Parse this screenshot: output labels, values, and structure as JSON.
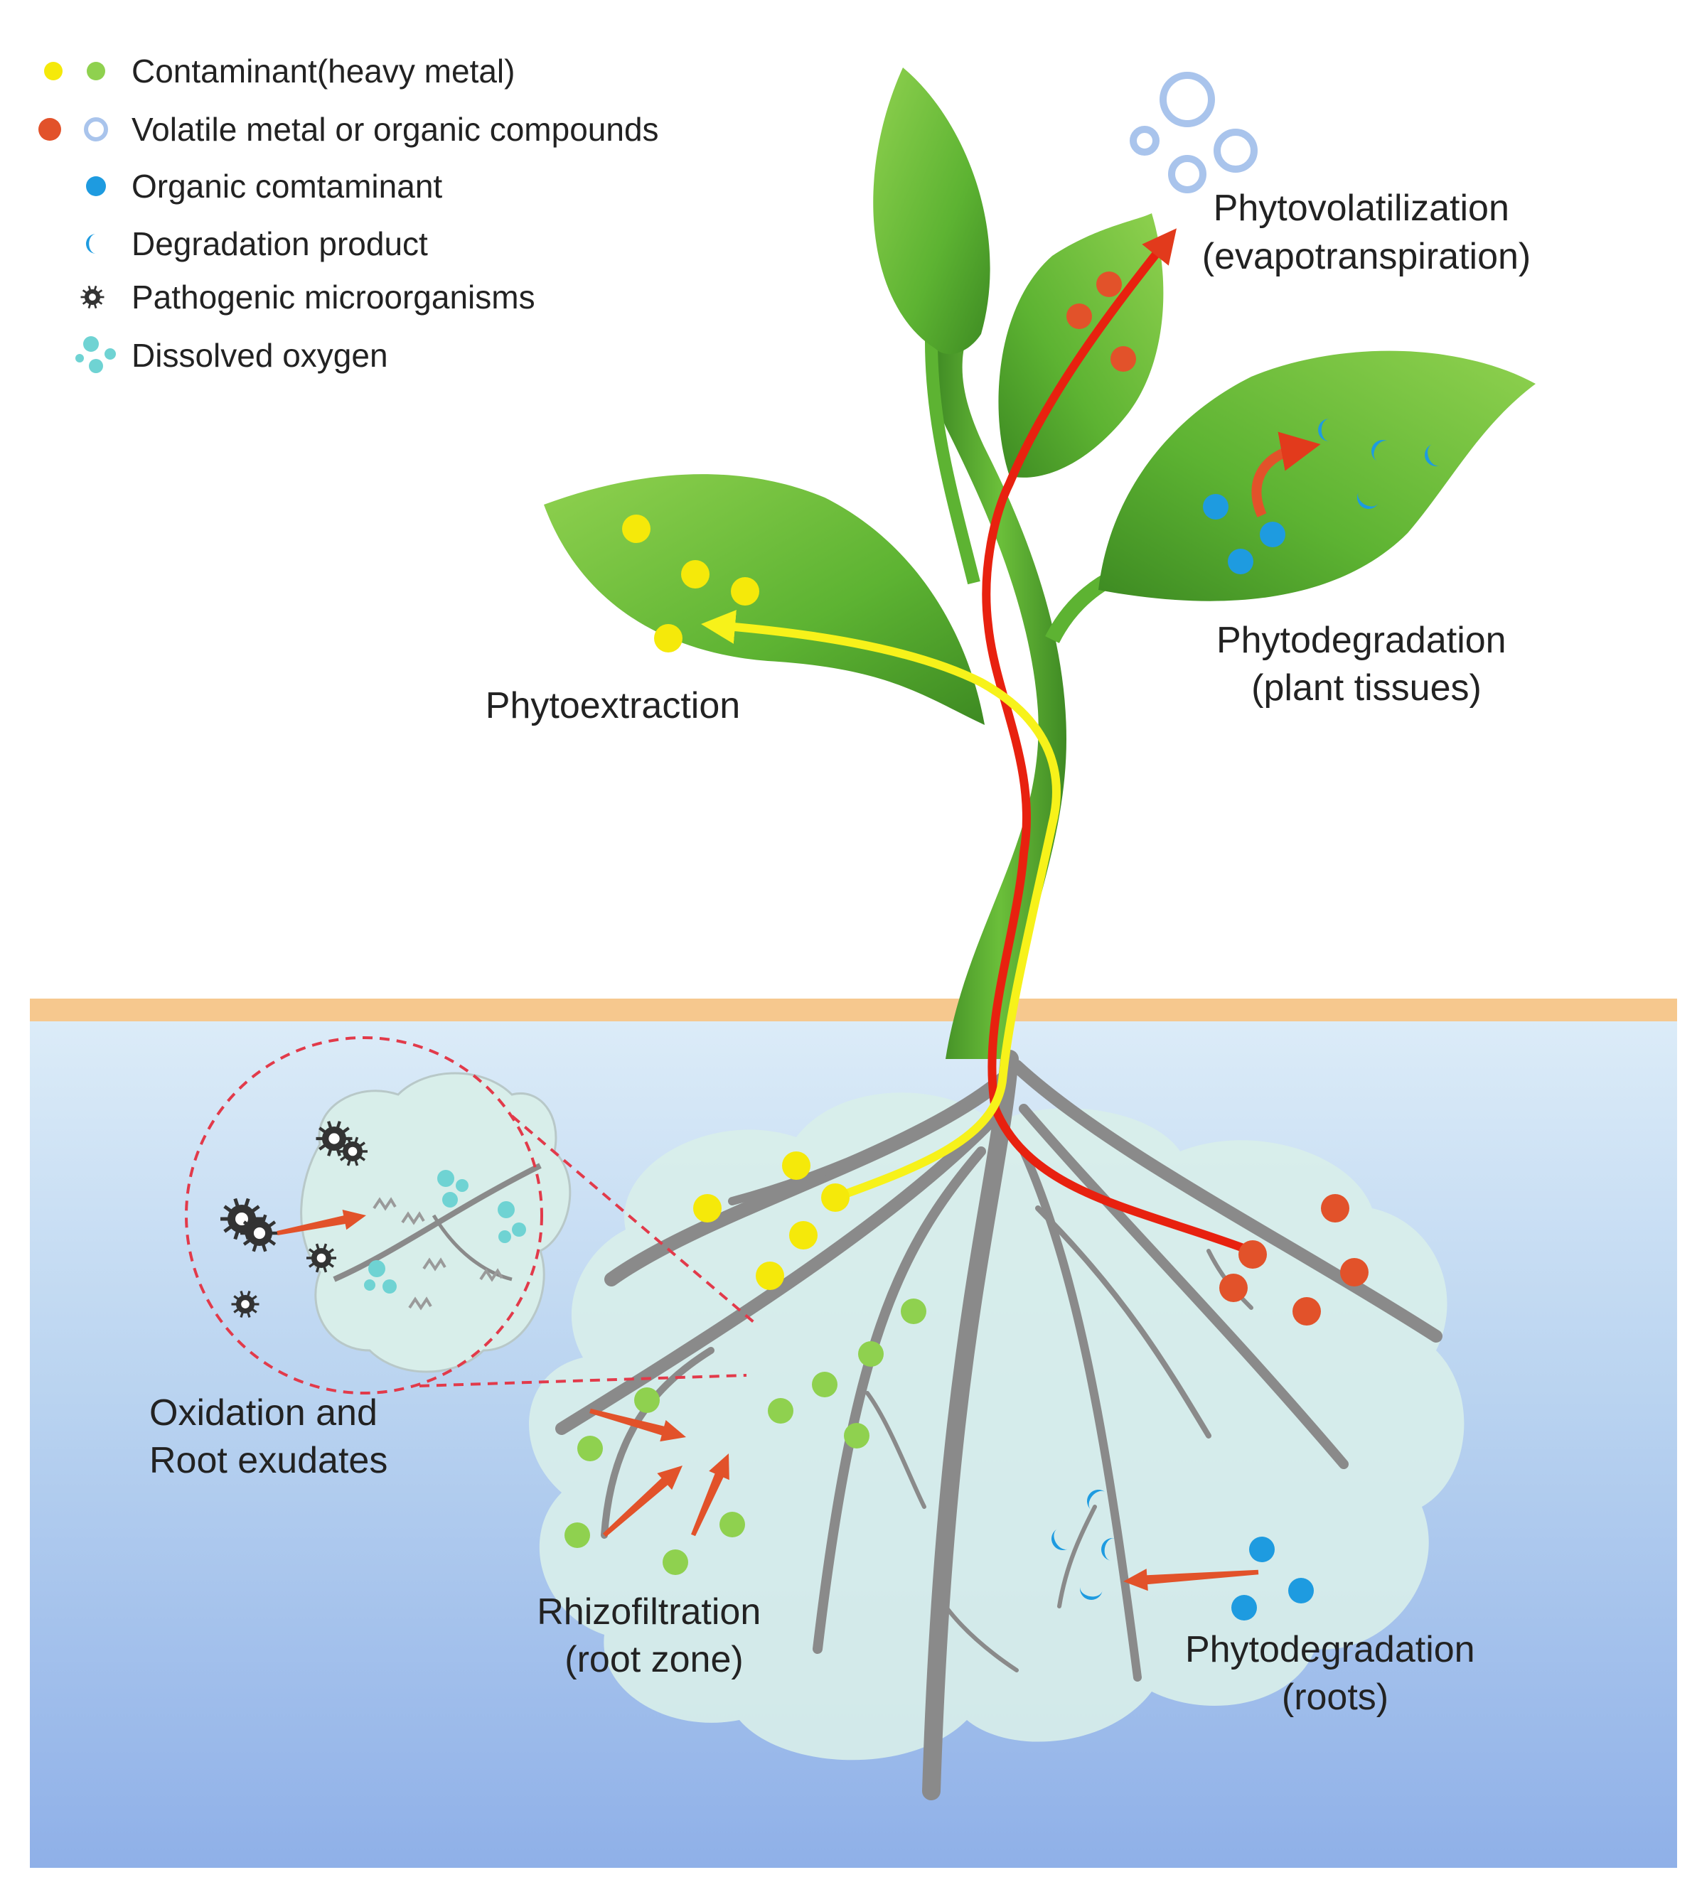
{
  "legend": {
    "items": [
      {
        "label": "Contaminant(heavy metal)",
        "icon": "yellow-green-dots-icon"
      },
      {
        "label": "Volatile metal or organic compounds",
        "icon": "red-dot-blue-ring-icon"
      },
      {
        "label": "Organic comtaminant",
        "icon": "blue-dot-icon"
      },
      {
        "label": "Degradation product",
        "icon": "blue-crescent-icon"
      },
      {
        "label": "Pathogenic microorganisms",
        "icon": "microbe-icon"
      },
      {
        "label": "Dissolved oxygen",
        "icon": "oxygen-bubbles-icon"
      }
    ]
  },
  "labels": {
    "phytovolatilization": [
      "Phytovolatilization",
      "(evapotranspiration)"
    ],
    "phytodegradation_tissues": [
      "Phytodegradation",
      "(plant tissues)"
    ],
    "phytoextraction": [
      "Phytoextraction"
    ],
    "oxidation": [
      "Oxidation and",
      "Root exudates"
    ],
    "rhizofiltration": [
      "Rhizofiltration",
      "(root zone)"
    ],
    "phytodegradation_roots": [
      "Phytodegradation",
      "(roots)"
    ]
  },
  "colors": {
    "heavy_metal_yellow": "#f5e90a",
    "heavy_metal_green": "#8fd14f",
    "volatile_red": "#e2522a",
    "volatile_ring": "#a9c4ec",
    "organic_blue": "#1e9be0",
    "oxygen_cyan": "#6fd3d3",
    "leaf_green": "#6bbf3a",
    "soil_line": "#f6c88e",
    "root_gray": "#8a8a8a",
    "arrow_red": "#e23a1c",
    "arrow_yellow": "#f7f21a"
  }
}
